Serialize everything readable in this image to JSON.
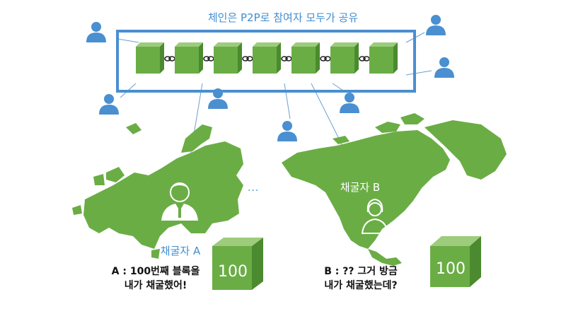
{
  "title": "체인은 P2P로 참여자 모두가 공유",
  "blockchain": {
    "block_count": 7
  },
  "miners": {
    "a": {
      "label": "채굴자 A",
      "quote_line1": "A : 100번째 블록을",
      "quote_line2": "내가 채굴했어!",
      "block_number": "100"
    },
    "b": {
      "label": "채굴자 B",
      "quote_line1": "B : ?? 그거 방금",
      "quote_line2": "내가 채굴했는데?",
      "block_number": "100"
    }
  },
  "ellipsis": "...",
  "colors": {
    "accent_blue": "#3f8fd2",
    "person_blue": "#4a8fd0",
    "block_green": "#6aad45",
    "block_dark": "#4b8a2e",
    "map_green": "#6aad45"
  }
}
